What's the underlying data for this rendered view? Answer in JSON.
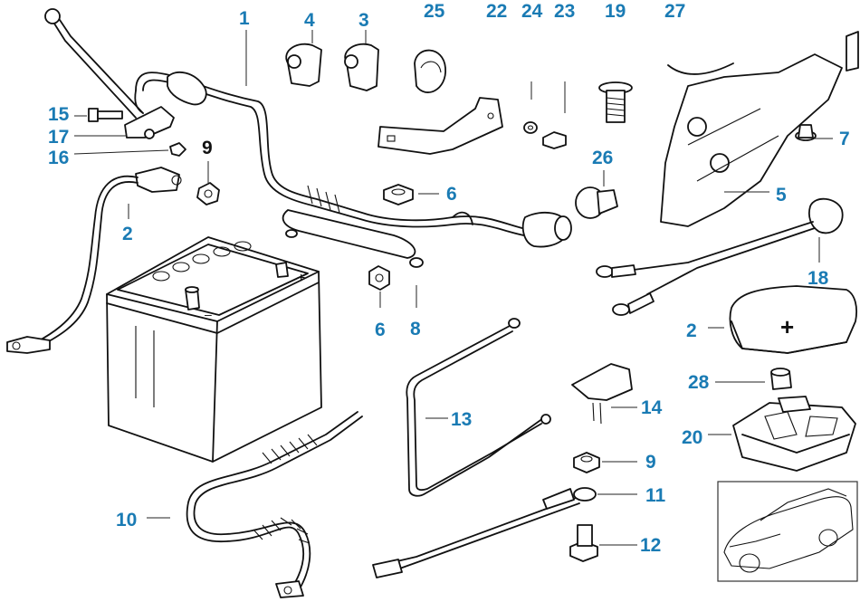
{
  "diagram": {
    "label_color": "#1a7bb4",
    "line_color": "#111111",
    "background": "#ffffff",
    "callouts": [
      {
        "key": "c1",
        "text": "1"
      },
      {
        "key": "c4",
        "text": "4"
      },
      {
        "key": "c3",
        "text": "3"
      },
      {
        "key": "c25",
        "text": "25"
      },
      {
        "key": "c22",
        "text": "22"
      },
      {
        "key": "c24",
        "text": "24"
      },
      {
        "key": "c23",
        "text": "23"
      },
      {
        "key": "c19",
        "text": "19"
      },
      {
        "key": "c27",
        "text": "27"
      },
      {
        "key": "c15",
        "text": "15"
      },
      {
        "key": "c17",
        "text": "17"
      },
      {
        "key": "c16",
        "text": "16"
      },
      {
        "key": "c9a",
        "text": "9"
      },
      {
        "key": "c2a",
        "text": "2"
      },
      {
        "key": "c6a",
        "text": "6"
      },
      {
        "key": "c26",
        "text": "26"
      },
      {
        "key": "c7",
        "text": "7"
      },
      {
        "key": "c5",
        "text": "5"
      },
      {
        "key": "c18",
        "text": "18"
      },
      {
        "key": "c6b",
        "text": "6"
      },
      {
        "key": "c8",
        "text": "8"
      },
      {
        "key": "c2b",
        "text": "2"
      },
      {
        "key": "c28",
        "text": "28"
      },
      {
        "key": "c20",
        "text": "20"
      },
      {
        "key": "c13",
        "text": "13"
      },
      {
        "key": "c14",
        "text": "14"
      },
      {
        "key": "c9b",
        "text": "9"
      },
      {
        "key": "c11",
        "text": "11"
      },
      {
        "key": "c10",
        "text": "10"
      },
      {
        "key": "c12",
        "text": "12"
      }
    ],
    "battery_marks": {
      "plus": "+",
      "minus": "–"
    },
    "cover_mark": "+",
    "icon": "car-thumbnail-icon"
  }
}
